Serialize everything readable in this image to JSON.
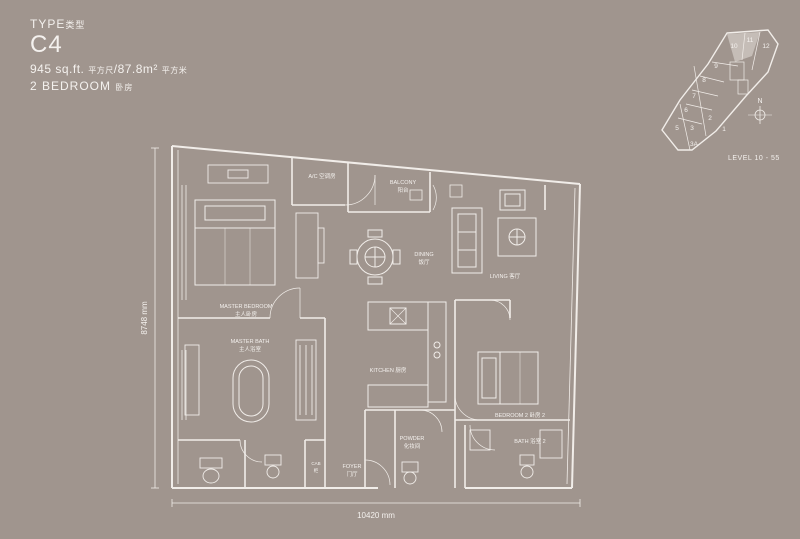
{
  "header": {
    "type_label": "TYPE",
    "type_label_cn": "类型",
    "unit_code": "C4",
    "area_sqft": "945 sq.ft.",
    "area_sqft_cn": "平方尺",
    "area_sep": "/",
    "area_sqm": "87.8m²",
    "area_sqm_cn": "平方米",
    "bedrooms": "2 BEDROOM",
    "bedrooms_cn": "卧房"
  },
  "rooms": {
    "ac_room": "A/C 空调房",
    "balcony": "BALCONY",
    "balcony_cn": "阳台",
    "dining": "DINING",
    "dining_cn": "饭厅",
    "living": "LIVING 客厅",
    "master_bedroom": "MASTER BEDROOM",
    "master_bedroom_cn": "主人卧房",
    "master_bath": "MASTER BATH",
    "master_bath_cn": "主人浴室",
    "kitchen": "KITCHEN 厨房",
    "bedroom2": "BEDROOM 2 卧房 2",
    "bath2": "BATH 浴室 2",
    "powder": "POWDER",
    "powder_cn": "化妆间",
    "foyer": "FOYER",
    "foyer_cn": "门厅",
    "cab": "CAB",
    "cab_cn": "柜"
  },
  "dimensions": {
    "height": "8748 mm",
    "width": "10420 mm"
  },
  "key_plan": {
    "units": [
      "1",
      "2",
      "3",
      "3A",
      "5",
      "6",
      "7",
      "8",
      "9",
      "10",
      "11",
      "12"
    ],
    "highlighted_unit": "10",
    "level_label": "LEVEL 10 - 55",
    "north_label": "N"
  }
}
